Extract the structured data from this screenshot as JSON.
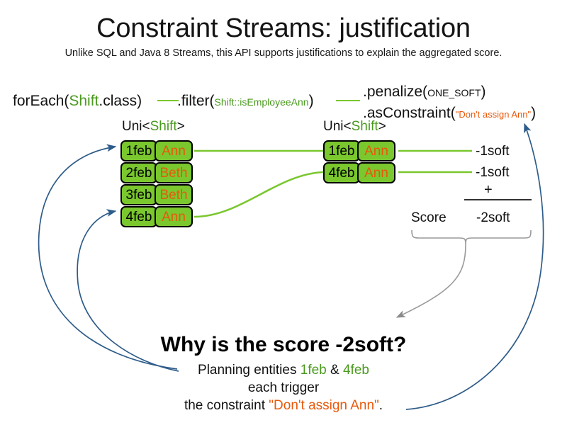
{
  "slide": {
    "title": "Constraint Streams: justification",
    "subtitle": "Unlike SQL and Java 8 Streams, this API supports justifications to explain the aggregated score."
  },
  "pipeline": {
    "foreach": {
      "name": "forEach(",
      "type": "Shift",
      "tail": ".class)"
    },
    "filter": {
      "name": ".filter(",
      "ref": "Shift::isEmployeeAnn",
      "tail": ")"
    },
    "penalize": {
      "name": ".penalize(",
      "arg": "ONE_SOFT",
      "tail": ")"
    },
    "as_constraint": {
      "name": ".asConstraint(",
      "arg": "\"Don't assign Ann\"",
      "tail": ")"
    }
  },
  "streams": {
    "left": {
      "label_prefix": "Uni<",
      "label_type": "Shift",
      "label_suffix": ">",
      "rows": [
        {
          "key": "1feb",
          "value": "Ann"
        },
        {
          "key": "2feb",
          "value": "Beth"
        },
        {
          "key": "3feb",
          "value": "Beth"
        },
        {
          "key": "4feb",
          "value": "Ann"
        }
      ]
    },
    "right": {
      "label_prefix": "Uni<",
      "label_type": "Shift",
      "label_suffix": ">",
      "rows": [
        {
          "key": "1feb",
          "value": "Ann"
        },
        {
          "key": "4feb",
          "value": "Ann"
        }
      ]
    }
  },
  "score": {
    "impact_1": "-1soft",
    "impact_2": "-1soft",
    "plus": "+",
    "label": "Score",
    "total": "-2soft"
  },
  "explanation": {
    "heading": "Why is the score -2soft?",
    "line1_prefix": "Planning entities ",
    "line1_entity_a": "1feb",
    "line1_amp": " & ",
    "line1_entity_b": "4feb",
    "line2": "each trigger",
    "line3_prefix": "the constraint ",
    "line3_constraint": "\"Don't assign Ann\"",
    "line3_suffix": "."
  },
  "colors": {
    "green_fill": "#7ac72e",
    "green_line": "#7ac72e",
    "green_text": "#4a9a1e",
    "orange_text": "#e8590c",
    "blue_arrow": "#2e5c8a",
    "gray_arrow": "#8a8a8a"
  }
}
